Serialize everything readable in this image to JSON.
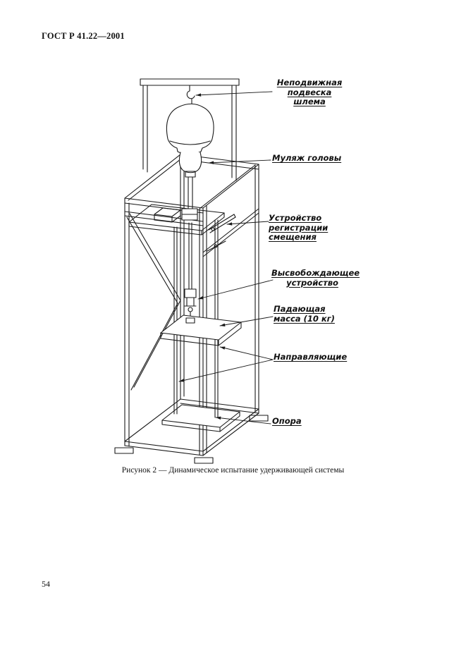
{
  "colors": {
    "ink": "#1a1a1a",
    "paper": "#ffffff"
  },
  "page": {
    "header": "ГОСТ Р 41.22—2001",
    "page_number": "54"
  },
  "figure": {
    "caption": "Рисунок 2 — Динамическое испытание удерживающей системы",
    "callouts": [
      "Неподвижная\nподвеска\nшлема",
      "Муляж головы",
      "Устройство\nрегистрации\nсмещения",
      "Высвобождающее\nустройство",
      "Падающая\nмасса (10 кг)",
      "Направляющие",
      "Опора"
    ]
  }
}
